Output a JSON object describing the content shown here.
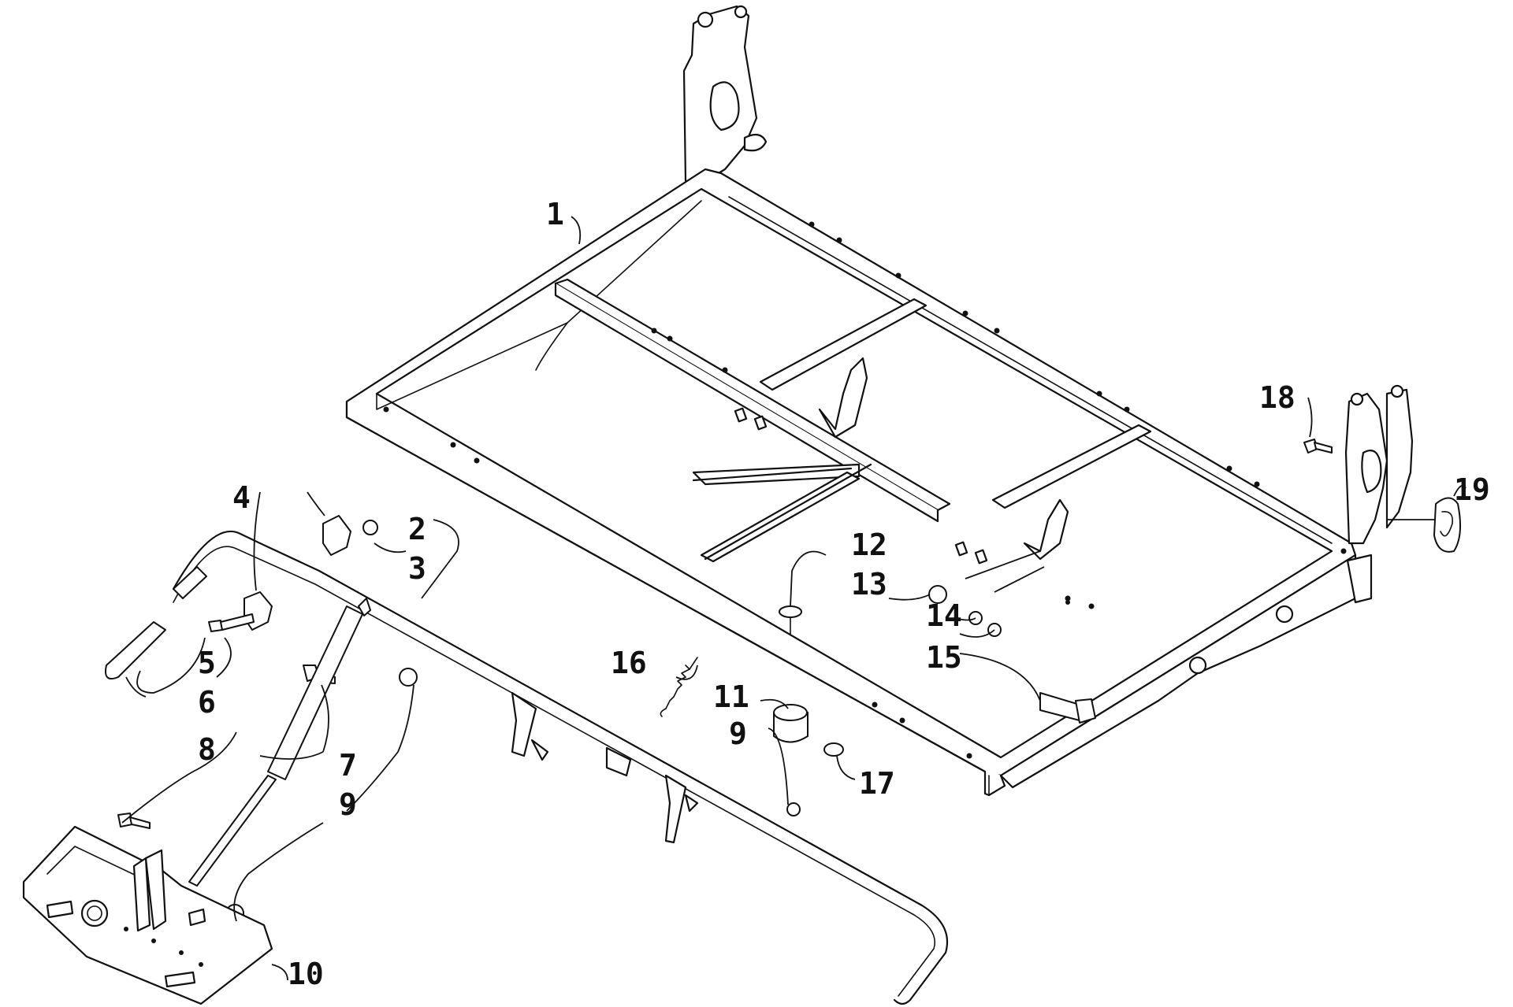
{
  "diagram": {
    "callouts": [
      {
        "id": "c1",
        "text": "1"
      },
      {
        "id": "c2",
        "text": "2"
      },
      {
        "id": "c3",
        "text": "3"
      },
      {
        "id": "c4",
        "text": "4"
      },
      {
        "id": "c5",
        "text": "5"
      },
      {
        "id": "c6",
        "text": "6"
      },
      {
        "id": "c7",
        "text": "7"
      },
      {
        "id": "c8",
        "text": "8"
      },
      {
        "id": "c9a",
        "text": "9"
      },
      {
        "id": "c9b",
        "text": "9"
      },
      {
        "id": "c10",
        "text": "10"
      },
      {
        "id": "c11",
        "text": "11"
      },
      {
        "id": "c12",
        "text": "12"
      },
      {
        "id": "c13",
        "text": "13"
      },
      {
        "id": "c14",
        "text": "14"
      },
      {
        "id": "c15",
        "text": "15"
      },
      {
        "id": "c16",
        "text": "16"
      },
      {
        "id": "c17",
        "text": "17"
      },
      {
        "id": "c18",
        "text": "18"
      },
      {
        "id": "c19",
        "text": "19"
      }
    ]
  }
}
